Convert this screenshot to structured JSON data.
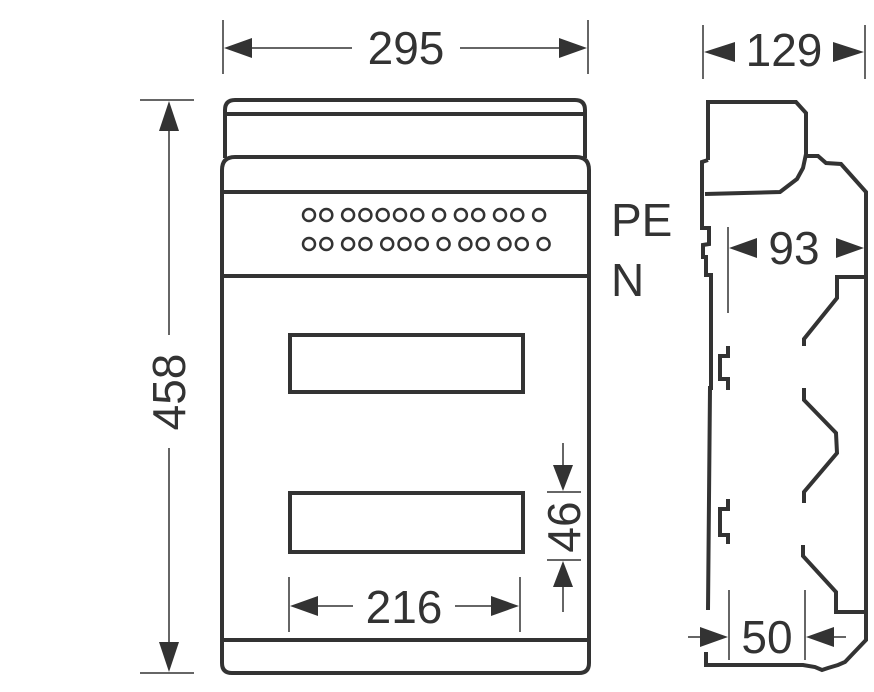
{
  "drawing": {
    "front_view": {
      "width_dim": "295",
      "height_dim": "458",
      "window_width_dim": "216",
      "window_height_dim": "46",
      "terminal_rows": [
        {
          "label": "PE",
          "groups": [
            2,
            5,
            1,
            2,
            2,
            1
          ]
        },
        {
          "label": "N",
          "groups": [
            2,
            2,
            3,
            1,
            2,
            2,
            1
          ]
        }
      ]
    },
    "side_view": {
      "depth_dim": "129",
      "inner_depth_dim": "93",
      "rail_offset_dim": "50"
    },
    "labels": {
      "pe": "PE",
      "n": "N"
    }
  },
  "colors": {
    "line": "#333333",
    "background": "#ffffff"
  }
}
